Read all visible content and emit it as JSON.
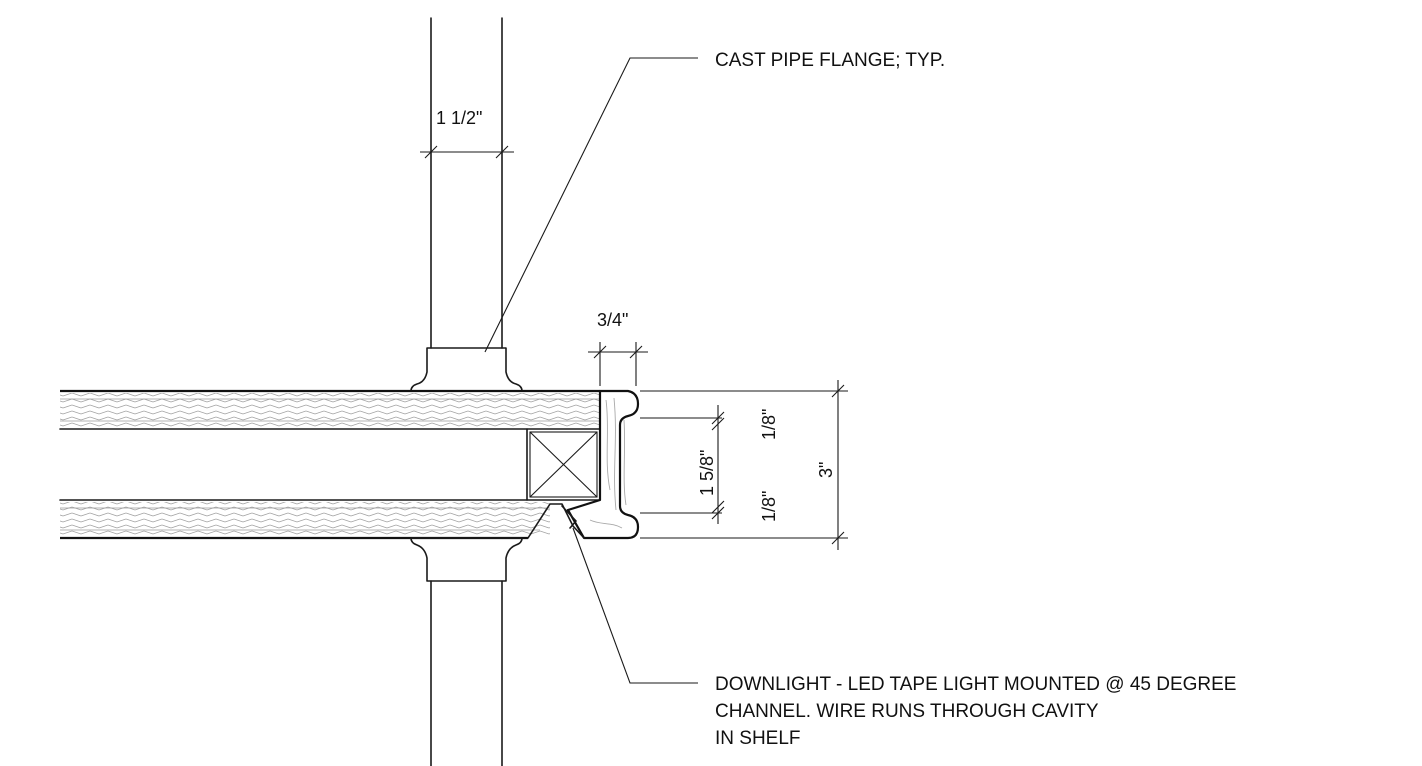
{
  "notes": {
    "flange": "CAST PIPE FLANGE; TYP.",
    "downlight_line1": "DOWNLIGHT - LED TAPE LIGHT MOUNTED @ 45 DEGREE",
    "downlight_line2": "CHANNEL. WIRE RUNS THROUGH CAVITY",
    "downlight_line3": "IN SHELF"
  },
  "dimensions": {
    "pipe_diameter": "1 1/2\"",
    "edge_thickness": "3/4\"",
    "top_reveal": "1/8\"",
    "cavity": "1 5/8\"",
    "bottom_reveal": "1/8\"",
    "overall_height": "3\""
  },
  "colors": {
    "line": "#1a1a1a",
    "hatch": "#9a9a9a",
    "background": "#ffffff"
  }
}
